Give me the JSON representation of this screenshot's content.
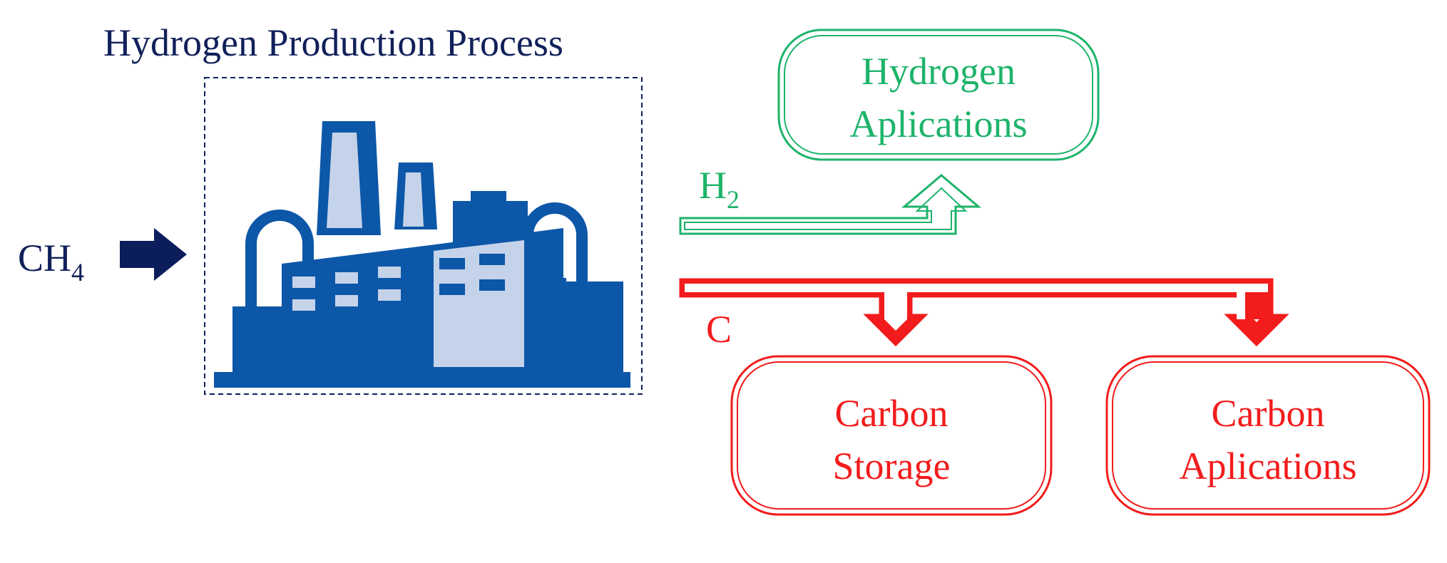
{
  "title": "Hydrogen Production Process",
  "input": {
    "prefix": "CH",
    "subscript": "4"
  },
  "hydrogen_output": {
    "prefix": "H",
    "subscript": "2"
  },
  "carbon_output": {
    "label": "C"
  },
  "boxes": {
    "hydrogen_applications": {
      "line1": "Hydrogen",
      "line2": "Aplications"
    },
    "carbon_storage": {
      "line1": "Carbon",
      "line2": "Storage"
    },
    "carbon_applications": {
      "line1": "Carbon",
      "line2": "Aplications"
    }
  },
  "colors": {
    "title": "#10205a",
    "input_arrow": "#0c1d5c",
    "factory_dark": "#0d57a8",
    "factory_light": "#c4d3ea",
    "hydrogen": "#1db36a",
    "carbon": "#f21c1c"
  },
  "icons": {
    "factory": "factory-icon"
  }
}
